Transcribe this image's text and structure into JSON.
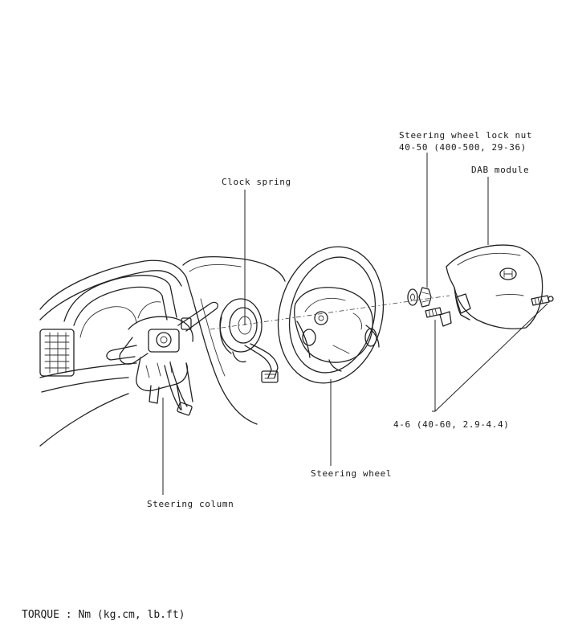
{
  "labels": {
    "lock_nut_title": "Steering wheel lock nut",
    "lock_nut_torque": "40-50 (400-500, 29-36)",
    "dab_module": "DAB module",
    "clock_spring": "Clock spring",
    "bolt_torque": "4-6 (40-60, 2.9-4.4)",
    "steering_wheel": "Steering wheel",
    "steering_column": "Steering column"
  },
  "footer": {
    "torque_units": "TORQUE : Nm (kg.cm, lb.ft)"
  }
}
